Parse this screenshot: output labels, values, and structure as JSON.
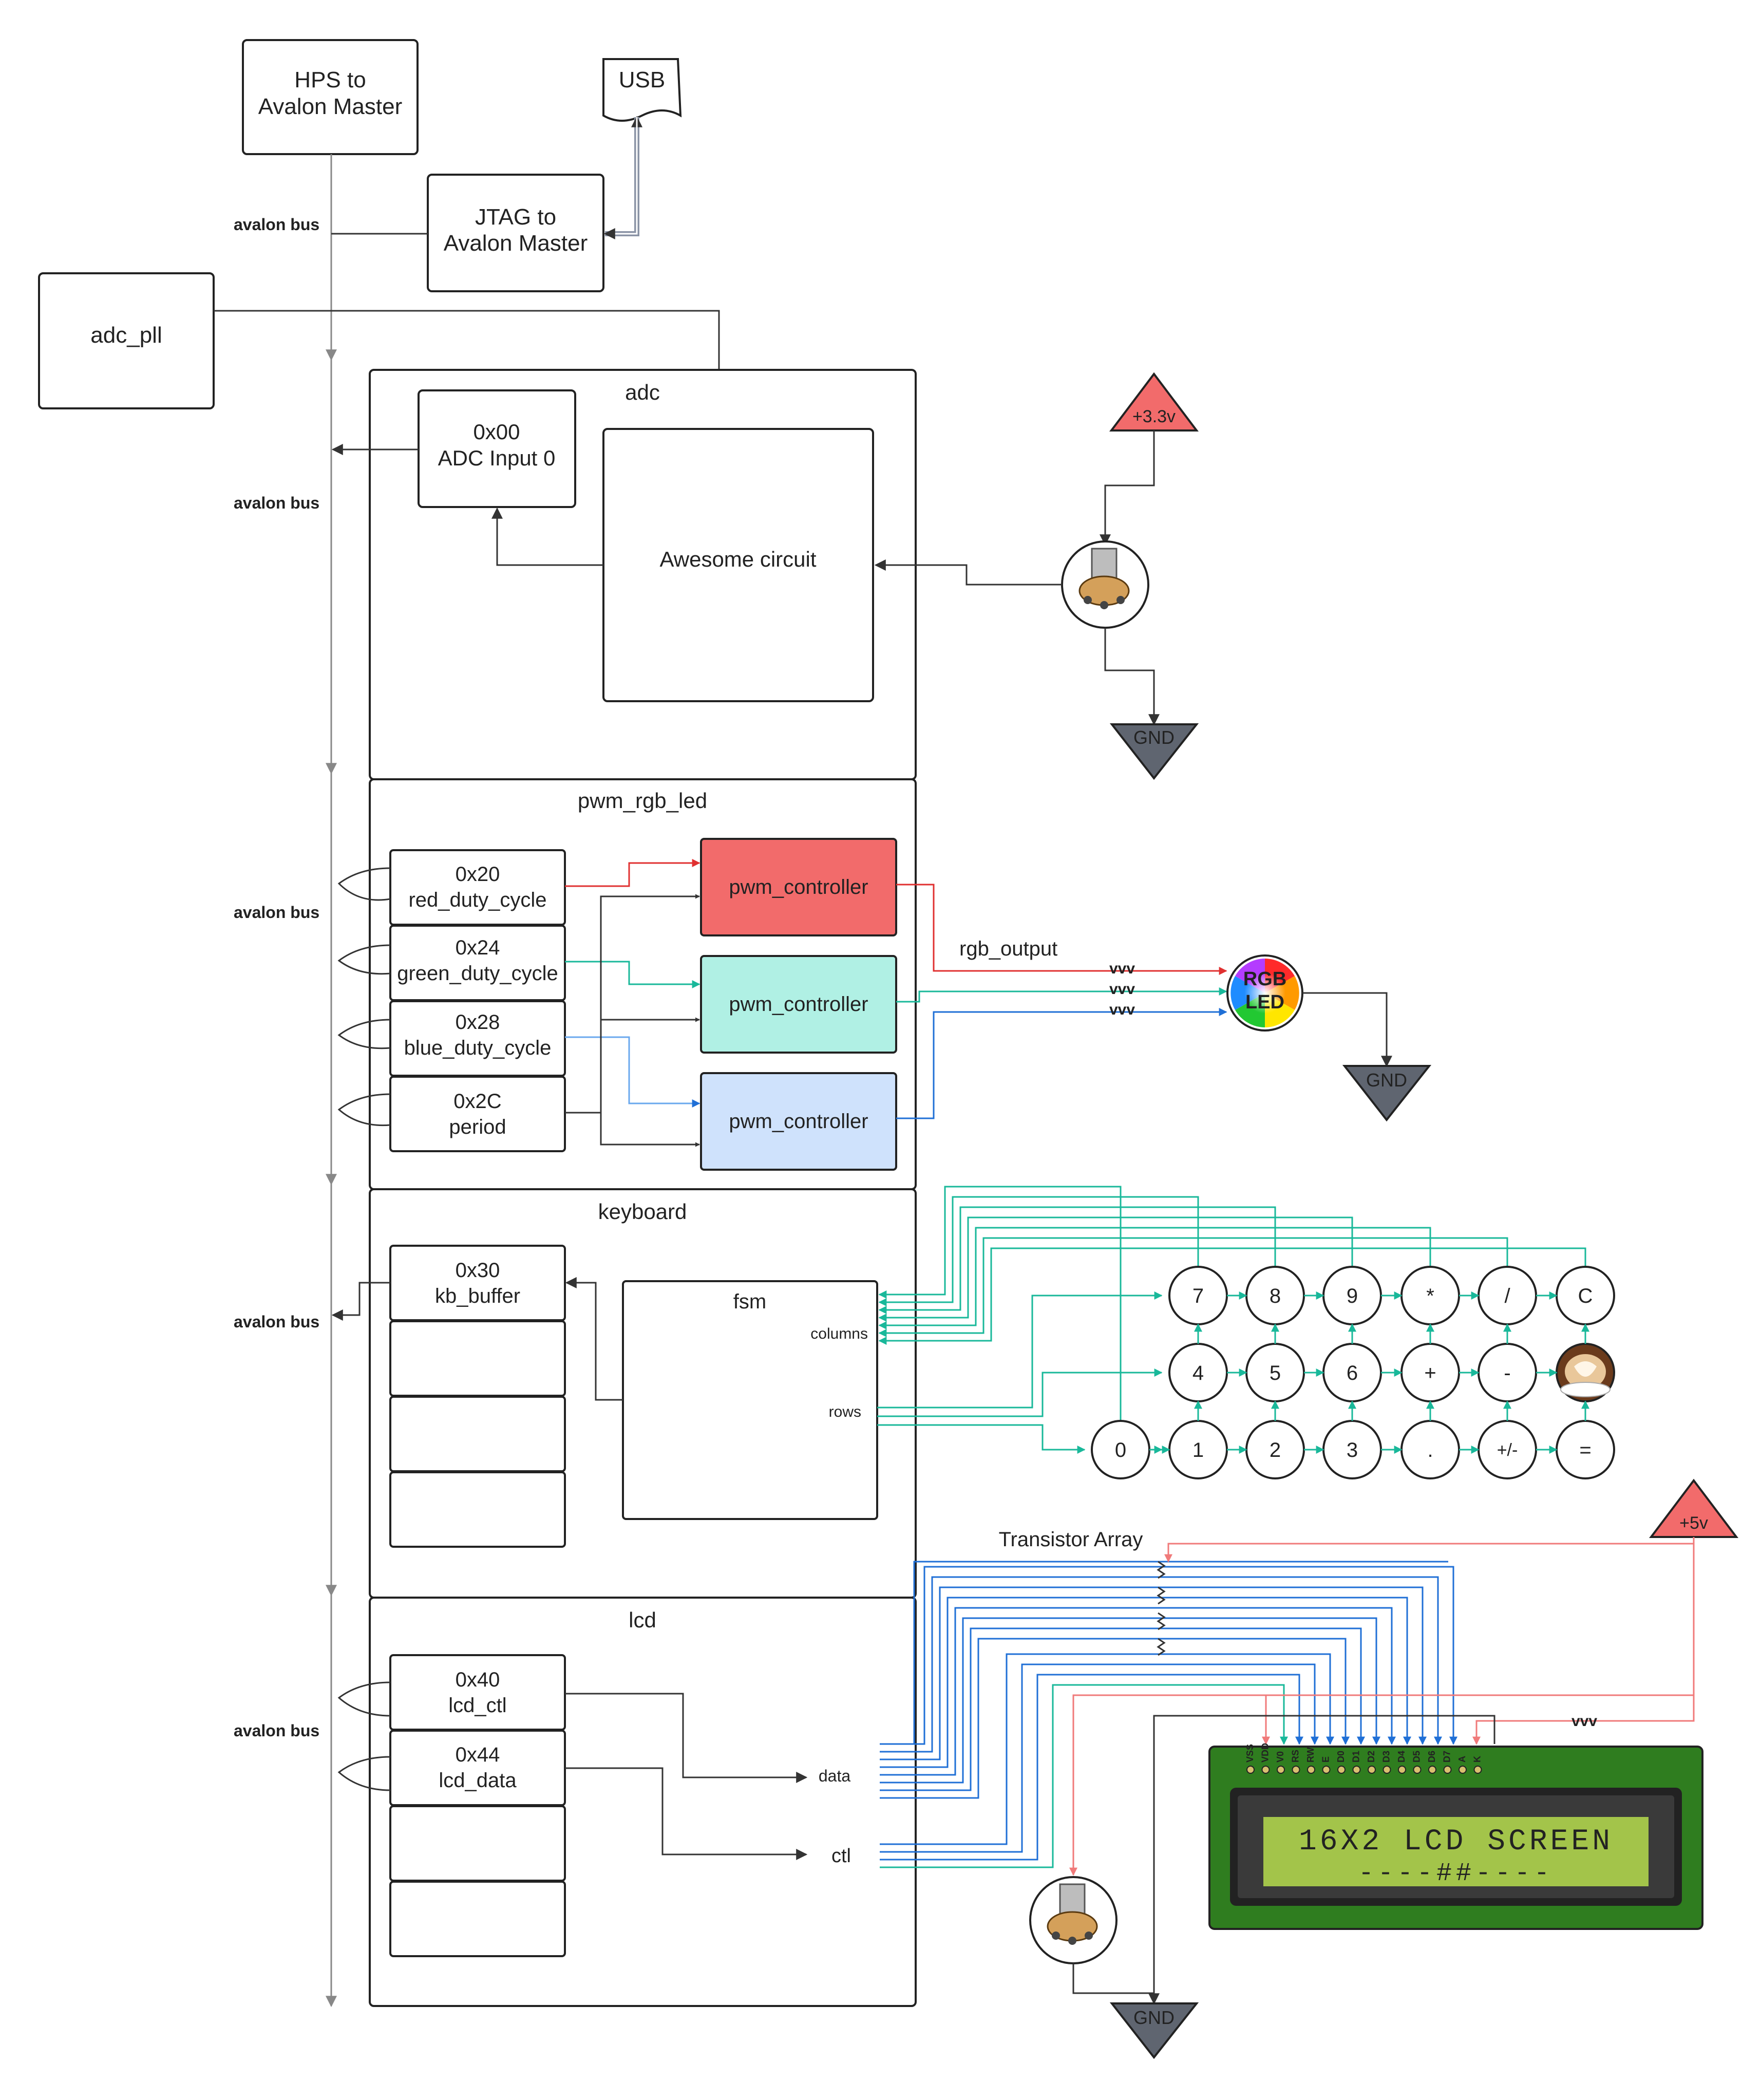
{
  "blocks": {
    "hps": {
      "line1": "HPS to",
      "line2": "Avalon Master"
    },
    "jtag": {
      "line1": "JTAG to",
      "line2": "Avalon Master"
    },
    "usb": "USB",
    "adc_pll": "adc_pll"
  },
  "bus_label": "avalon bus",
  "adc": {
    "title": "adc",
    "reg": {
      "addr": "0x00",
      "name": "ADC Input 0"
    },
    "circuit": "Awesome circuit",
    "vcc": "+3.3v",
    "gnd": "GND"
  },
  "pwm": {
    "title": "pwm_rgb_led",
    "regs": [
      {
        "addr": "0x20",
        "name": "red_duty_cycle"
      },
      {
        "addr": "0x24",
        "name": "green_duty_cycle"
      },
      {
        "addr": "0x28",
        "name": "blue_duty_cycle"
      },
      {
        "addr": "0x2C",
        "name": "period"
      }
    ],
    "controller": "pwm_controller",
    "output_label": "rgb_output",
    "resistor": "vvv",
    "led": {
      "line1": "RGB",
      "line2": "LED"
    },
    "gnd": "GND",
    "colors": {
      "red": "#f26b6b",
      "green": "#b0f0e4",
      "blue": "#cfe2fc"
    }
  },
  "keyboard": {
    "title": "keyboard",
    "reg": {
      "addr": "0x30",
      "name": "kb_buffer"
    },
    "fsm": "fsm",
    "columns": "columns",
    "rows": "rows",
    "keys_row1": [
      "7",
      "8",
      "9",
      "*",
      "/",
      "C"
    ],
    "keys_row2": [
      "4",
      "5",
      "6",
      "+",
      "-"
    ],
    "keys_row3": [
      "0",
      "1",
      "2",
      "3",
      ".",
      "+/-",
      "="
    ]
  },
  "lcd": {
    "title": "lcd",
    "regs": [
      {
        "addr": "0x40",
        "name": "lcd_ctl"
      },
      {
        "addr": "0x44",
        "name": "lcd_data"
      }
    ],
    "data": "data",
    "ctl": "ctl",
    "transistor_label": "Transistor Array",
    "vcc": "+5v",
    "resistor": "vvv",
    "gnd": "GND",
    "pins": [
      "VSS",
      "VDD",
      "V0",
      "RS",
      "RW",
      "E",
      "D0",
      "D1",
      "D2",
      "D3",
      "D4",
      "D5",
      "D6",
      "D7",
      "A",
      "K"
    ],
    "screen_line1": "16X2 LCD SCREEN",
    "screen_line2": "----##----"
  },
  "colors": {
    "wire": "#333333",
    "teal": "#19b89a",
    "blue": "#1f6fd6",
    "red": "#e03030",
    "pink": "#f07a7a",
    "power": "#f26b6b",
    "ground": "#5f6570",
    "lcd_board": "#2f7d1f",
    "lcd_screen": "#a3c44a"
  }
}
